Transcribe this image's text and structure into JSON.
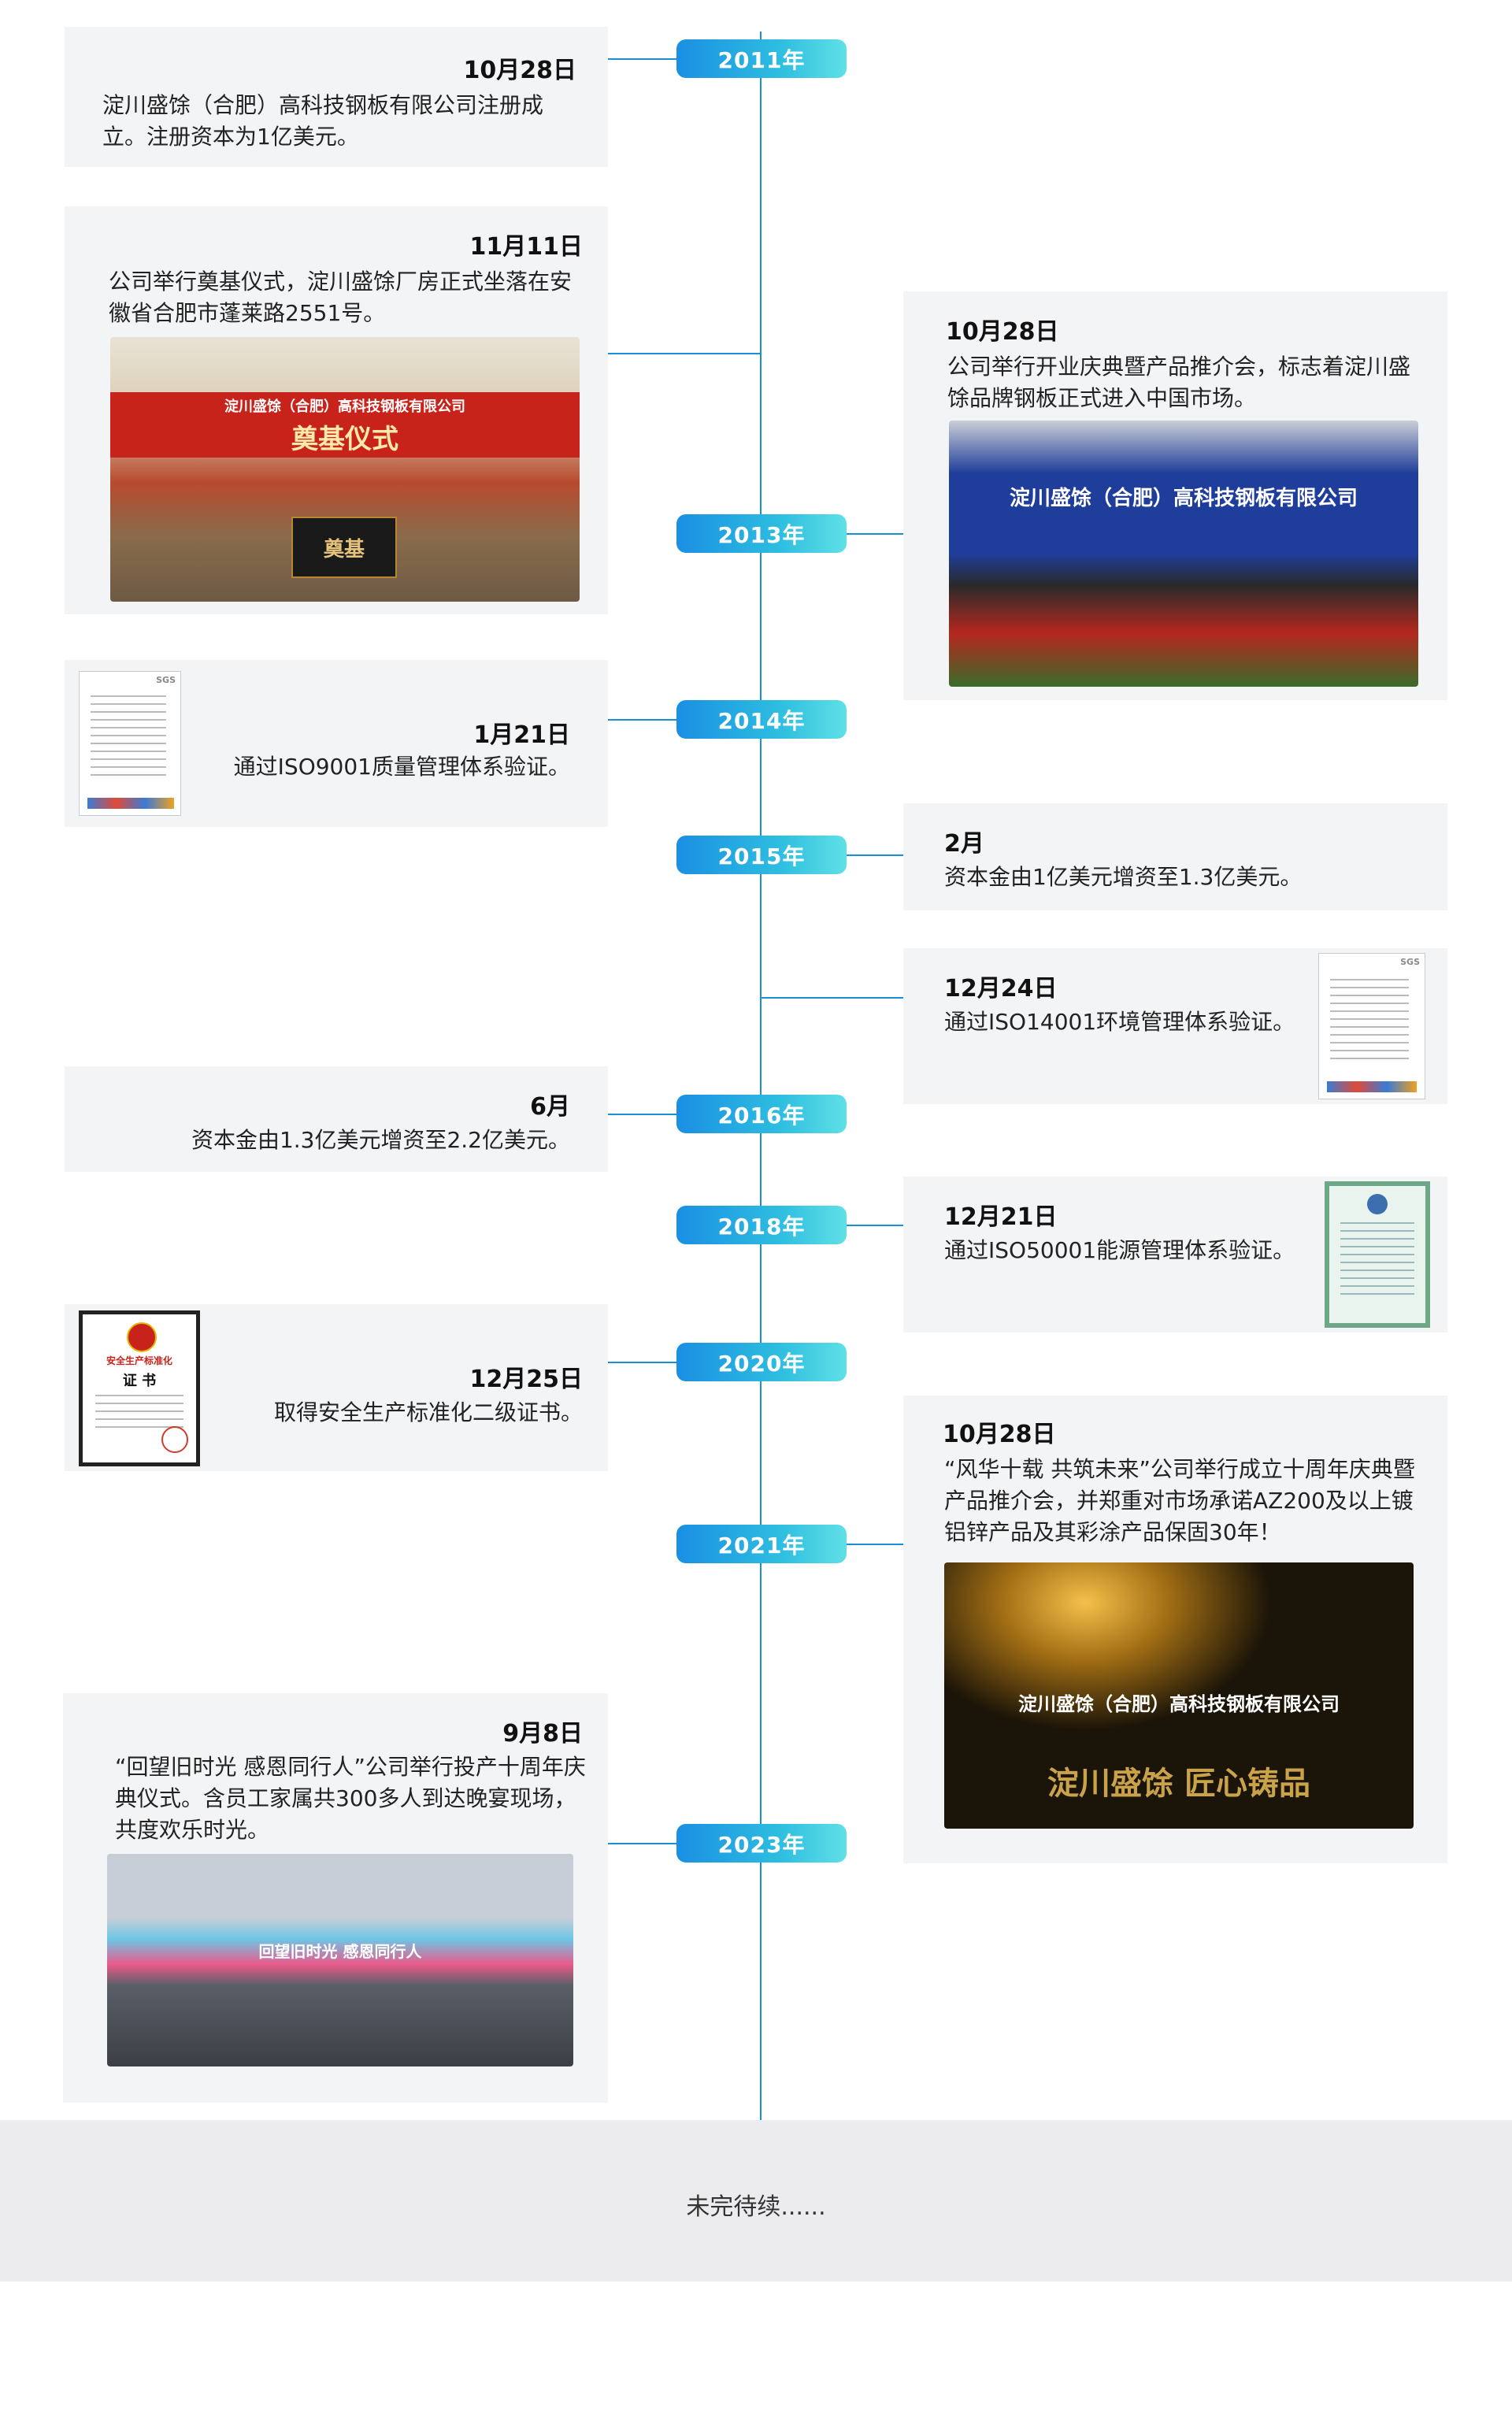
{
  "years": [
    "2011年",
    "2013年",
    "2014年",
    "2015年",
    "2016年",
    "2018年",
    "2020年",
    "2021年",
    "2023年"
  ],
  "events": [
    {
      "date": "10月28日",
      "text": "淀川盛馀（合肥）高科技钢板有限公司注册成立。注册资本为1亿美元。"
    },
    {
      "date": "11月11日",
      "text": "公司举行奠基仪式，淀川盛馀厂房正式坐落在安徽省合肥市蓬莱路2551号。",
      "photo_banner": "淀川盛馀（合肥）高科技钢板有限公司",
      "photo_title": "奠基仪式",
      "photo_stone": "奠基"
    },
    {
      "date": "10月28日",
      "text": "公司举行开业庆典暨产品推介会，标志着淀川盛馀品牌钢板正式进入中国市场。",
      "photo_banner": "淀川盛馀（合肥）高科技钢板有限公司"
    },
    {
      "date": "1月21日",
      "text": "通过ISO9001质量管理体系验证。"
    },
    {
      "date": "2月",
      "text": "资本金由1亿美元增资至1.3亿美元。"
    },
    {
      "date": "12月24日",
      "text": "通过ISO14001环境管理体系验证。"
    },
    {
      "date": "6月",
      "text": "资本金由1.3亿美元增资至2.2亿美元。"
    },
    {
      "date": "12月21日",
      "text": "通过ISO50001能源管理体系验证。"
    },
    {
      "date": "12月25日",
      "text": "取得安全生产标准化二级证书。",
      "cert_title": "安全生产标准化",
      "cert_sub": "证 书"
    },
    {
      "date": "10月28日",
      "text": "“风华十载 共筑未来”公司举行成立十周年庆典暨产品推介会，并郑重对市场承诺AZ200及以上镀铝锌产品及其彩涂产品保固30年！",
      "photo_banner": "淀川盛馀（合肥）高科技钢板有限公司",
      "photo_calligraphy": "淀川盛馀  匠心铸品"
    },
    {
      "date": "9月8日",
      "text": "“回望旧时光 感恩同行人”公司举行投产十周年庆典仪式。含员工家属共300多人到达晚宴现场，共度欢乐时光。",
      "photo_banner": "回望旧时光 感恩同行人"
    }
  ],
  "cert_marks": {
    "sgs": "SGS"
  },
  "footer": {
    "text": "未完待续......"
  },
  "colors": {
    "axis": "#1b8fd6",
    "pill_start": "#1a8fe3",
    "pill_end": "#5fe0e6",
    "card_bg": "#f3f4f6",
    "footer_bg": "#ececee"
  }
}
